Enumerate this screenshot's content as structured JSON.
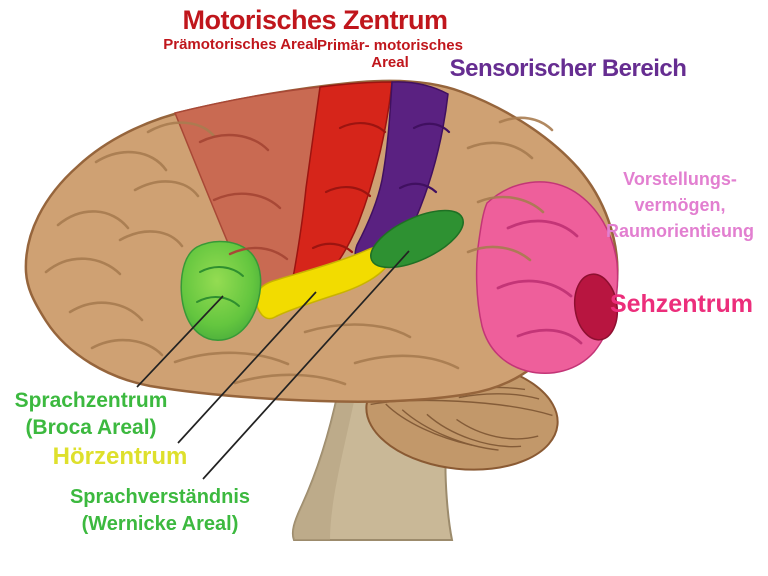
{
  "figure": {
    "language": "de",
    "background_color": "#ffffff"
  },
  "labels": {
    "title": {
      "text": "Motorisches Zentrum",
      "color": "#c0161c"
    },
    "premotor": {
      "text": "Prämotorisches Areal",
      "color": "#c0161c"
    },
    "primary_motor": {
      "line1": "Primär- motorisches",
      "line2": "Areal",
      "color": "#c0161c"
    },
    "sensory": {
      "text": "Sensorischer Bereich",
      "color": "#662d91"
    },
    "imagination": {
      "line1": "Vorstellungs-",
      "line2": "vermögen,",
      "line3": "Raumorientieung",
      "color": "#e27fd0"
    },
    "visual": {
      "text": "Sehzentrum",
      "color": "#ec2e7b"
    },
    "speech": {
      "line1": "Sprachzentrum",
      "line2": "(Broca Areal)",
      "color": "#3cb93f"
    },
    "hearing": {
      "text": "Hörzentrum",
      "color": "#dee02c"
    },
    "comprehension": {
      "line1": "Sprachverständnis",
      "line2": "(Wernicke Areal)",
      "color": "#3cb93f"
    }
  },
  "regions": {
    "cortex": {
      "label": "",
      "color": "#cfa173"
    },
    "premotor": {
      "label": "Prämotorisches Areal",
      "color": "#c96a52"
    },
    "primary_motor": {
      "label": "Primär-motorisches Areal",
      "color": "#d6251a"
    },
    "sensory": {
      "label": "Sensorischer Bereich",
      "color": "#5a2181"
    },
    "broca": {
      "label": "Sprachzentrum (Broca Areal)",
      "color": "#55be3b"
    },
    "hearing": {
      "label": "Hörzentrum",
      "color": "#f2dc00"
    },
    "wernicke": {
      "label": "Sprachverständnis (Wernicke Areal)",
      "color": "#2e9132"
    },
    "parietal": {
      "label": "Vorstellungsvermögen, Raumorientieung",
      "color": "#ee5f9b"
    },
    "visual": {
      "label": "Sehzentrum",
      "color": "#b81540"
    },
    "cerebellum": {
      "label": "",
      "color": "#c2986a"
    },
    "brainstem": {
      "label": "",
      "color": "#c9b897"
    }
  }
}
